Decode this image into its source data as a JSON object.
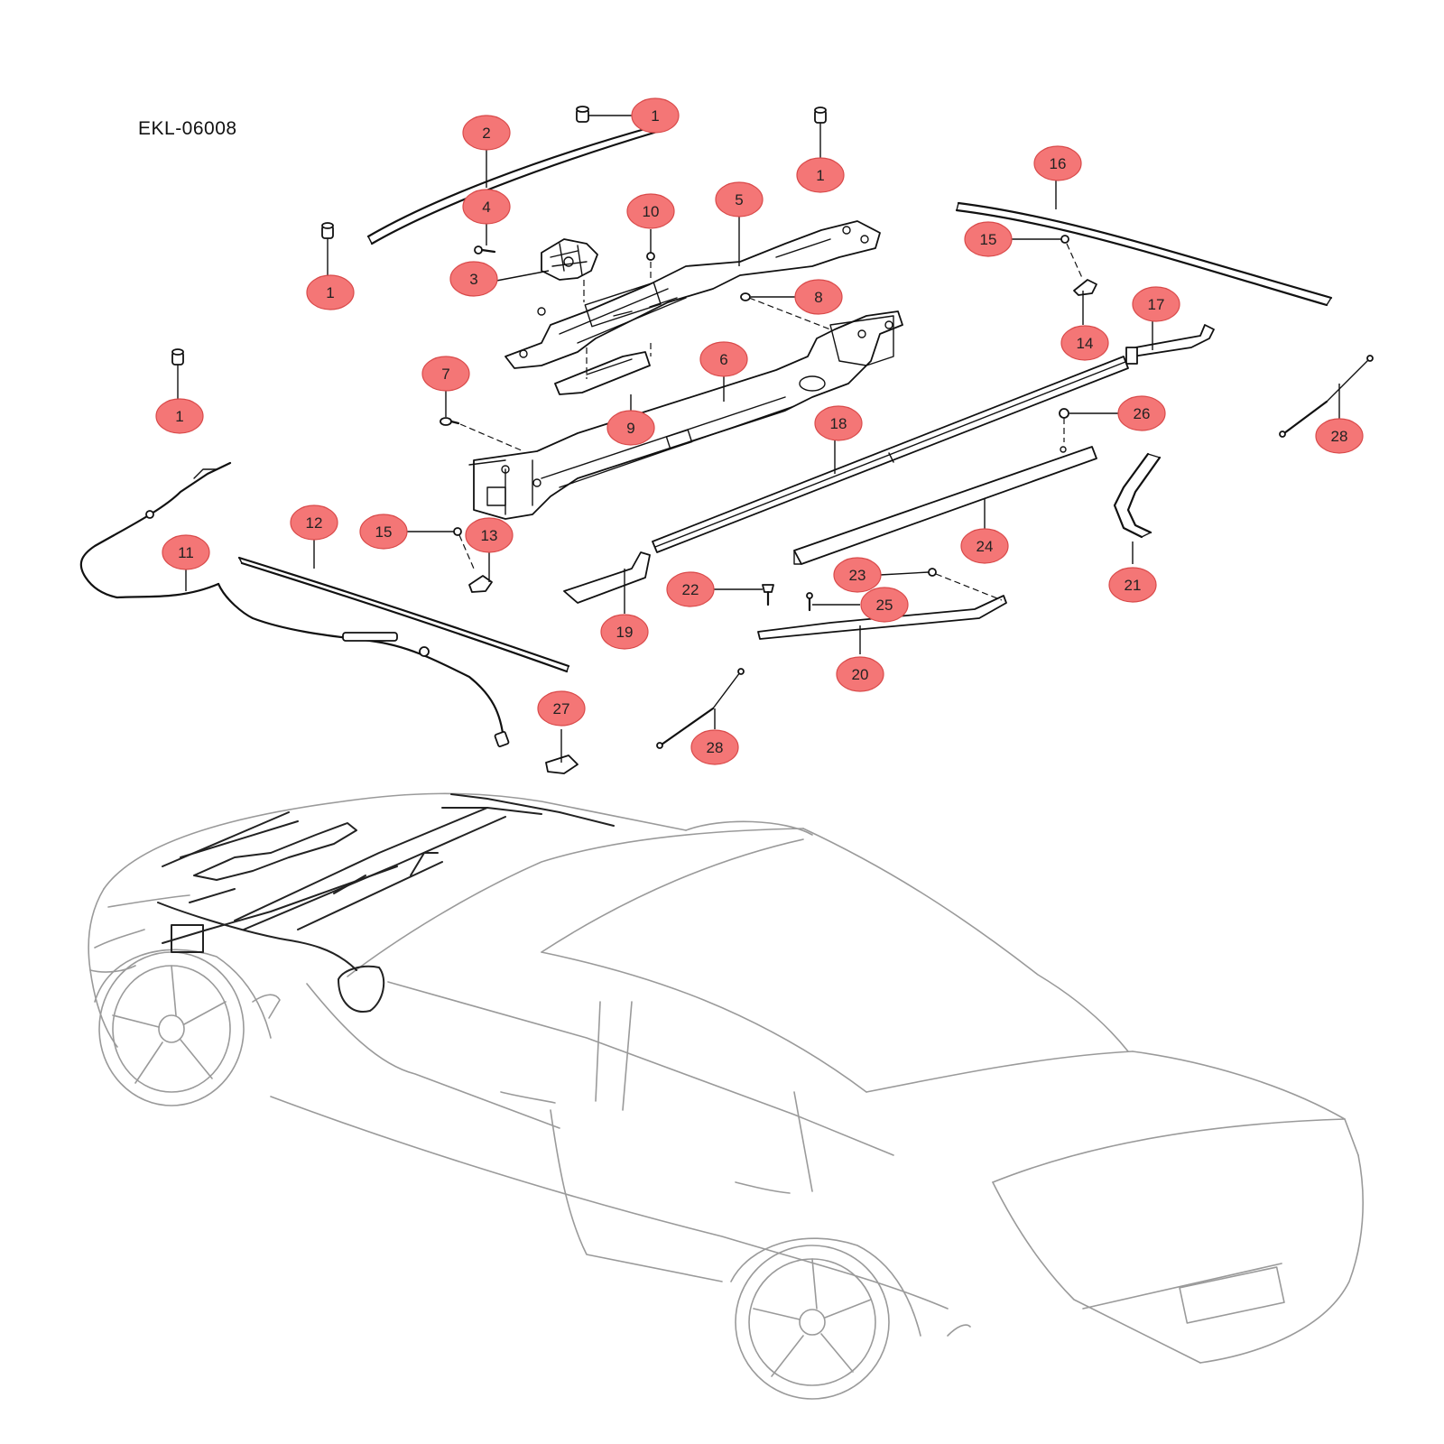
{
  "diagram_code": "EKL-06008",
  "callouts": [
    {
      "label": "1"
    },
    {
      "label": "1"
    },
    {
      "label": "1"
    },
    {
      "label": "1"
    },
    {
      "label": "2"
    },
    {
      "label": "3"
    },
    {
      "label": "4"
    },
    {
      "label": "5"
    },
    {
      "label": "6"
    },
    {
      "label": "7"
    },
    {
      "label": "8"
    },
    {
      "label": "9"
    },
    {
      "label": "10"
    },
    {
      "label": "11"
    },
    {
      "label": "12"
    },
    {
      "label": "13"
    },
    {
      "label": "14"
    },
    {
      "label": "15"
    },
    {
      "label": "15"
    },
    {
      "label": "16"
    },
    {
      "label": "17"
    },
    {
      "label": "18"
    },
    {
      "label": "19"
    },
    {
      "label": "20"
    },
    {
      "label": "21"
    },
    {
      "label": "22"
    },
    {
      "label": "23"
    },
    {
      "label": "24"
    },
    {
      "label": "25"
    },
    {
      "label": "26"
    },
    {
      "label": "27"
    },
    {
      "label": "28"
    },
    {
      "label": "28"
    }
  ],
  "colors": {
    "callout_fill": "#f47676",
    "callout_stroke": "#d94a4a",
    "line_art": "#111111",
    "vehicle_outline": "#9a9a9a",
    "background": "#ffffff"
  }
}
